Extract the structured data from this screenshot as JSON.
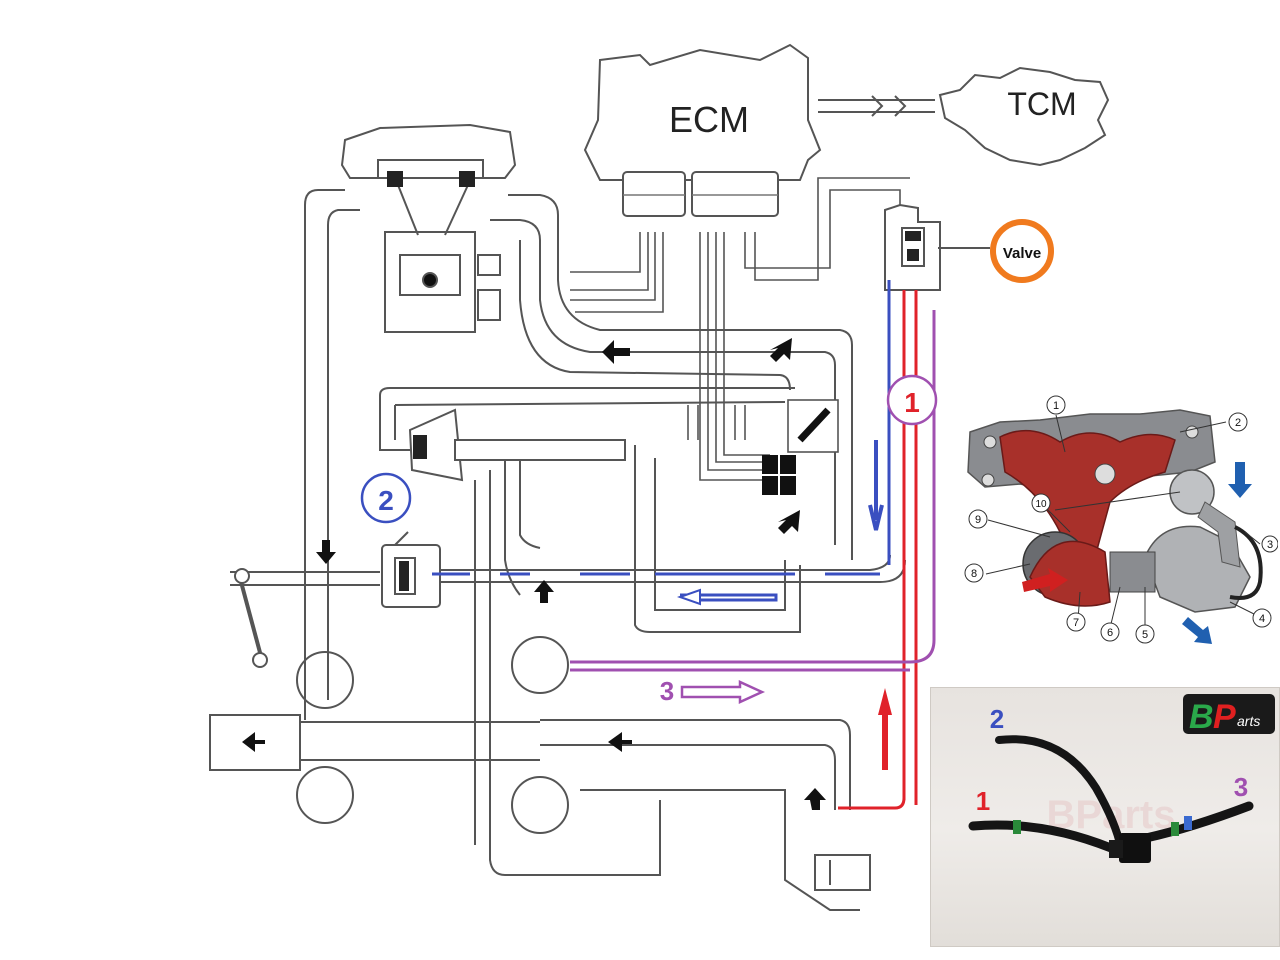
{
  "diagram": {
    "ecm_label": "ECM",
    "tcm_label": "TCM",
    "valve_label": "Valve",
    "circuit_1": "1",
    "circuit_2": "2",
    "circuit_3": "3"
  },
  "turbo_callouts": [
    "1",
    "2",
    "3",
    "4",
    "5",
    "6",
    "7",
    "8",
    "9",
    "10"
  ],
  "photo": {
    "brand_letters": "BP",
    "brand_suffix": "arts",
    "hose_label_1": "1",
    "hose_label_2": "2",
    "hose_label_3": "3"
  },
  "colors": {
    "circuit_1": "#e0222a",
    "circuit_2": "#3a4fc0",
    "circuit_3": "#a050b0",
    "valve_ring": "#f07a1e",
    "line": "#4a4a4a",
    "brand_green": "#2aa84a",
    "brand_red": "#e02020"
  }
}
